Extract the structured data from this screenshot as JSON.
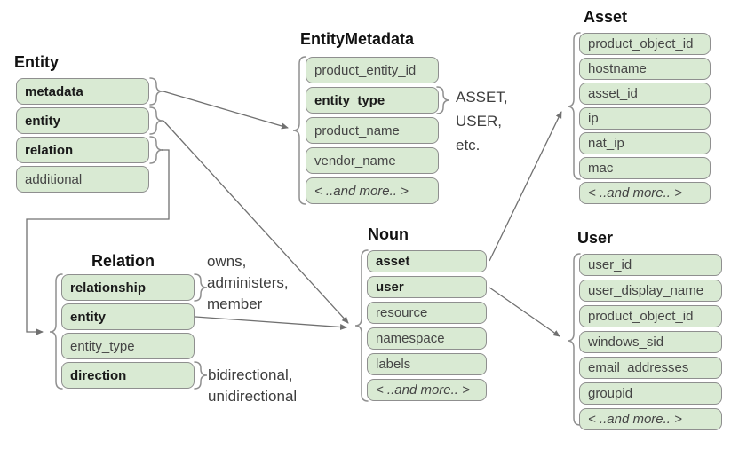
{
  "colors": {
    "field_fill": "#d9ead3",
    "field_border": "#8f8f8f",
    "connector_line": "#707070",
    "title_text": "#111111",
    "bold_field_text": "#1a1a1a",
    "regular_field_text": "#454545"
  },
  "tables": [
    {
      "title": "Entity",
      "fields": [
        {
          "label": "metadata"
        },
        {
          "label": "entity"
        },
        {
          "label": "relation"
        },
        {
          "label": "additional"
        }
      ]
    },
    {
      "title": "EntityMetadata",
      "fields": [
        {
          "label": "product_entity_id"
        },
        {
          "label": "entity_type"
        },
        {
          "label": "product_name"
        },
        {
          "label": "vendor_name"
        },
        {
          "label": "< ..and more.. >"
        }
      ]
    },
    {
      "title": "Asset",
      "fields": [
        {
          "label": "product_object_id"
        },
        {
          "label": "hostname"
        },
        {
          "label": "asset_id"
        },
        {
          "label": "ip"
        },
        {
          "label": "nat_ip"
        },
        {
          "label": "mac"
        },
        {
          "label": "< ..and more.. >"
        }
      ]
    },
    {
      "title": "User",
      "fields": [
        {
          "label": "user_id"
        },
        {
          "label": "user_display_name"
        },
        {
          "label": "product_object_id"
        },
        {
          "label": "windows_sid"
        },
        {
          "label": "email_addresses"
        },
        {
          "label": "groupid"
        },
        {
          "label": "< ..and more.. >"
        }
      ]
    },
    {
      "title": "Noun",
      "fields": [
        {
          "label": "asset"
        },
        {
          "label": "user"
        },
        {
          "label": "resource"
        },
        {
          "label": "namespace"
        },
        {
          "label": "labels"
        },
        {
          "label": "< ..and more.. >"
        }
      ]
    },
    {
      "title": "Relation",
      "fields": [
        {
          "label": "relationship"
        },
        {
          "label": "entity"
        },
        {
          "label": "entity_type"
        },
        {
          "label": "direction"
        }
      ]
    }
  ],
  "annotations": {
    "entity_type_values": {
      "lines": [
        "ASSET,",
        "USER,",
        "etc."
      ]
    },
    "relationship_values": {
      "lines": [
        "owns,",
        "administers,",
        "member"
      ]
    },
    "direction_values": {
      "lines": [
        "bidirectional,",
        "unidirectional"
      ]
    }
  }
}
